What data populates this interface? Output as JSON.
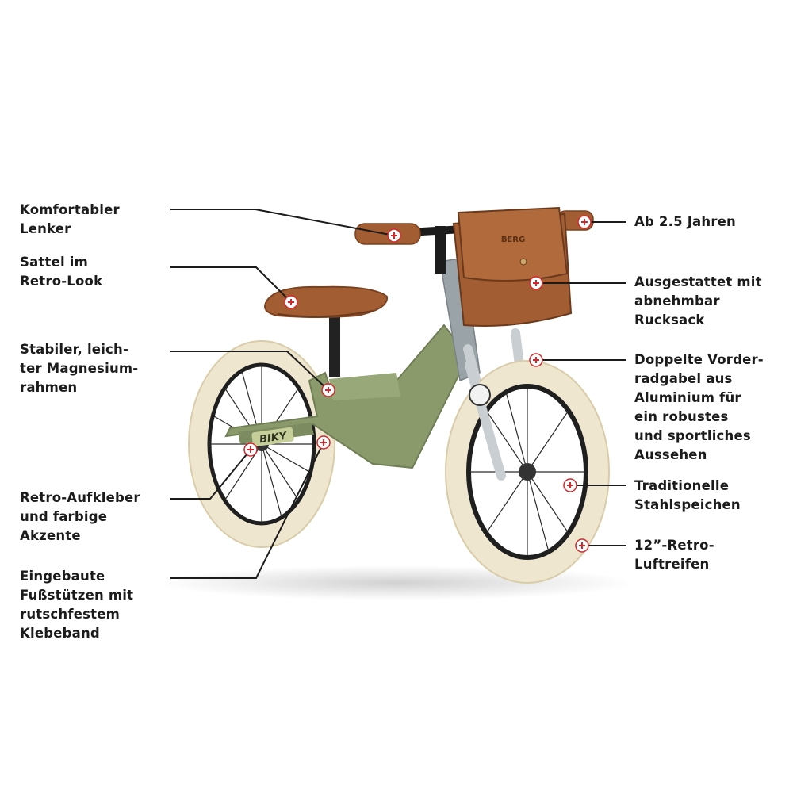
{
  "brand_logo": "BERG",
  "frame_decal": "BIKY",
  "features_left": [
    {
      "id": "lenker",
      "text": "Komfortabler\nLenker"
    },
    {
      "id": "sattel",
      "text": "Sattel im\nRetro-Look"
    },
    {
      "id": "rahmen",
      "text": "Stabiler, leich-\nter Magnesium-\nrahmen"
    },
    {
      "id": "aufkleber",
      "text": "Retro-Aufkleber\nund farbige\nAkzente"
    },
    {
      "id": "fussstuetzen",
      "text": "Eingebaute\nFußstützen mit\nrutschfestem\nKlebeband"
    }
  ],
  "features_right": [
    {
      "id": "alter",
      "text": "Ab 2.5 Jahren"
    },
    {
      "id": "rucksack",
      "text": "Ausgestattet mit\nabnehmbar\nRucksack"
    },
    {
      "id": "gabel",
      "text": "Doppelte Vorder-\nradgabel aus\nAluminium für\nein robustes\nund sportliches\nAussehen"
    },
    {
      "id": "speichen",
      "text": "Traditionelle\nStahlspeichen"
    },
    {
      "id": "reifen",
      "text": "12”-Retro-\nLuftreifen"
    }
  ],
  "colors": {
    "frame_green": "#8a9a6b",
    "leather_brown": "#a35d32",
    "tire_cream": "#efe6cf",
    "hotspot_red": "#d6262a",
    "callout_line": "#1b1b1b"
  }
}
